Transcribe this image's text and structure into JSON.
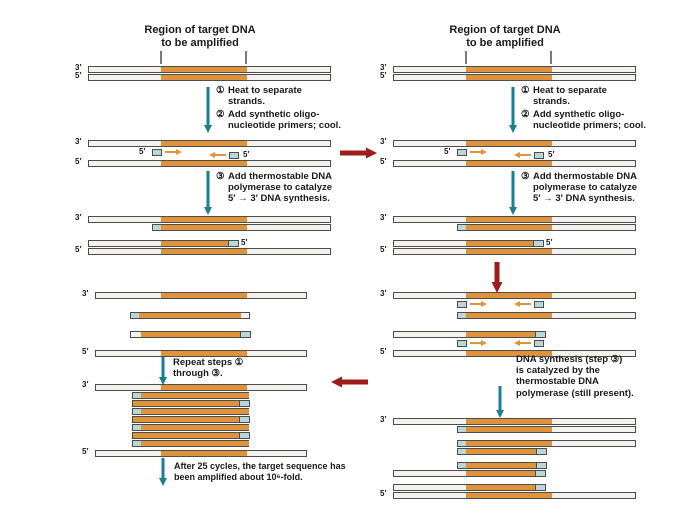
{
  "colors": {
    "orange": "#e1933c",
    "teal": "#1b7f94",
    "red": "#9e1c1c",
    "primer": "#b9d6d9",
    "strand": "#f4f2ed",
    "border": "#4d4d4d",
    "text": "#1a1a1a"
  },
  "labels": {
    "p3": "3′",
    "p5": "5′"
  },
  "texts": {
    "region_title": "Region of target DNA\nto be amplified",
    "steps12": [
      {
        "num": "①",
        "text": "Heat to separate\nstrands."
      },
      {
        "num": "②",
        "text": "Add synthetic oligo-\nnucleotide primers; cool."
      }
    ],
    "step3": {
      "num": "③",
      "text": "Add thermostable DNA\npolymerase to catalyze\n5′ → 3′ DNA synthesis."
    },
    "synthesis_note": "DNA synthesis (step ③)\nis catalyzed by the\nthermostable DNA\npolymerase (still present).",
    "repeat_note": "Repeat steps ①\nthrough ③.",
    "final_note": "After 25 cycles, the target sequence has\nbeen amplified about 10⁶-fold."
  }
}
